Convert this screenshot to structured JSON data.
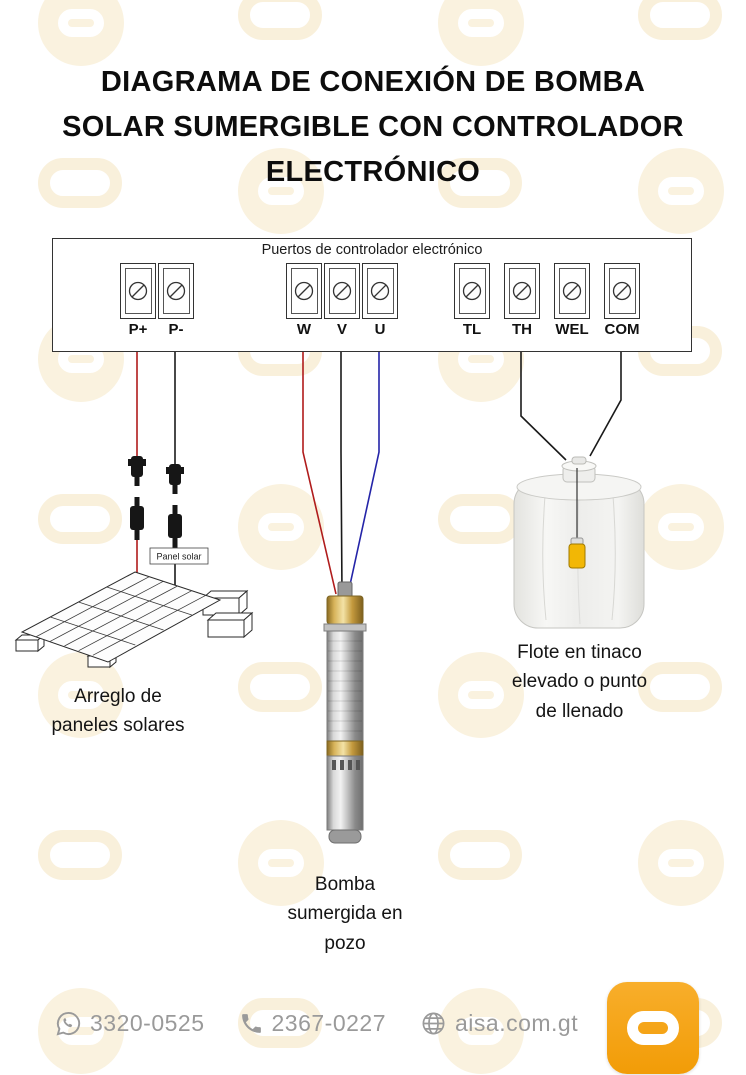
{
  "title": "DIAGRAMA DE CONEXIÓN DE BOMBA\nSOLAR SUMERGIBLE CON CONTROLADOR\nELECTRÓNICO",
  "controller": {
    "label": "Puertos de controlador electrónico",
    "terminals": [
      {
        "label": "P+"
      },
      {
        "label": "P-"
      },
      {
        "label": "W"
      },
      {
        "label": "V"
      },
      {
        "label": "U"
      },
      {
        "label": "TL"
      },
      {
        "label": "TH"
      },
      {
        "label": "WEL"
      },
      {
        "label": "COM"
      }
    ]
  },
  "labels": {
    "solar_panel_tag": "Panel solar",
    "solar_array": "Arreglo de\npaneles solares",
    "pump": "Bomba\nsumergida en\npozo",
    "float": "Flote en tinaco\nelevado o punto\nde llenado"
  },
  "footer": {
    "phone_whatsapp": "3320-0525",
    "phone_office": "2367-0227",
    "website": "aisa.com.gt"
  },
  "colors": {
    "wire_positive": "#b01c1c",
    "wire_neutral": "#1a1a1a",
    "wire_blue": "#2424a8",
    "brand_orange": "#f5a41c",
    "float_yellow": "#f2b705",
    "watermark_cream": "#faf2df"
  }
}
